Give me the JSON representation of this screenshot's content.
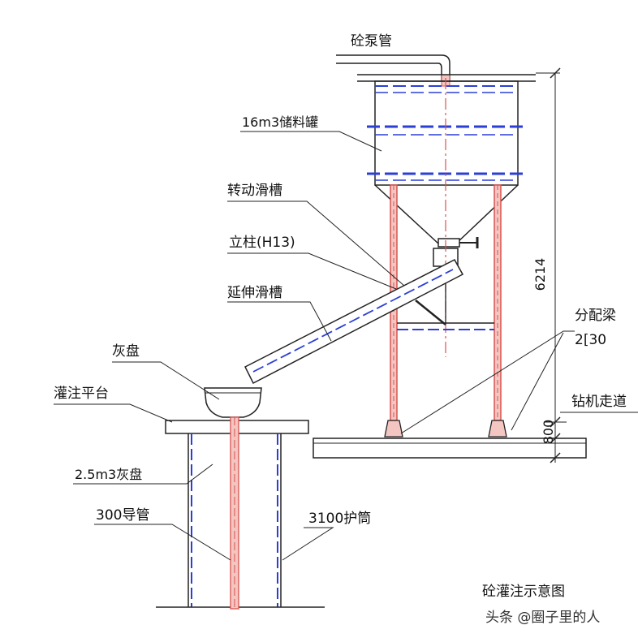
{
  "labels": {
    "pump_pipe": "砼泵管",
    "tank": "16m3储料罐",
    "rotating_chute": "转动滑槽",
    "column": "立柱(H13)",
    "extension_chute": "延伸滑槽",
    "hopper": "灰盘",
    "platform": "灌注平台",
    "hopper_volume": "2.5m3灰盘",
    "guide_pipe": "300导管",
    "casing": "3100护筒",
    "distribution_beam": "分配梁",
    "distribution_beam_spec": "2[30",
    "rig_walkway": "钻机走道",
    "diagram_title": "砼灌注示意图"
  },
  "dimensions": {
    "height": "6214",
    "base": "800"
  },
  "watermark": "头条 @圈子里的人",
  "colors": {
    "line": "#222222",
    "blue_dash": "#2b3fd6",
    "red": "#d9534f",
    "pink_fill": "#f3c6c2"
  }
}
